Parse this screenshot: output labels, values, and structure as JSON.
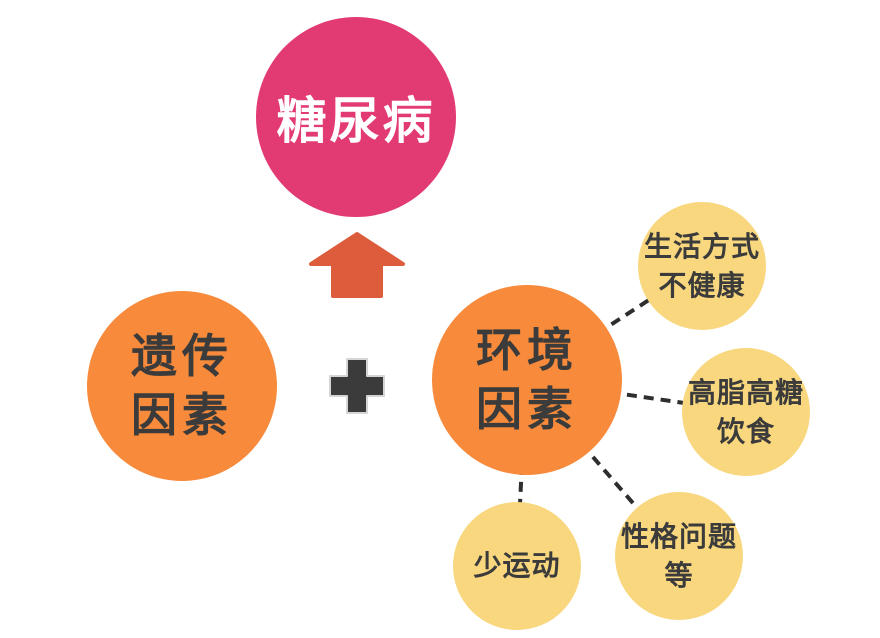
{
  "nodes": {
    "diabetes": {
      "label": "糖尿病"
    },
    "genetic": {
      "line1": "遗传",
      "line2": "因素"
    },
    "environment": {
      "line1": "环境",
      "line2": "因素"
    },
    "lifestyle": {
      "line1": "生活方式",
      "line2": "不健康"
    },
    "diet": {
      "line1": "高脂高糖",
      "line2": "饮食"
    },
    "personality": {
      "line1": "性格问题",
      "line2": "等"
    },
    "exercise": {
      "line1": "少运动"
    }
  },
  "relations": [
    {
      "from": "genetic + environment",
      "to": "diabetes",
      "connector": "up-arrow"
    },
    {
      "between": [
        "genetic",
        "environment"
      ],
      "connector": "plus-sign"
    },
    {
      "from": "environment",
      "to": "lifestyle",
      "connector": "dashed-line"
    },
    {
      "from": "environment",
      "to": "diet",
      "connector": "dashed-line"
    },
    {
      "from": "environment",
      "to": "personality",
      "connector": "dashed-line"
    },
    {
      "from": "environment",
      "to": "exercise",
      "connector": "dashed-line"
    }
  ],
  "icons": {
    "arrow_up": "arrow-up-icon",
    "plus": "plus-icon"
  },
  "colors": {
    "diabetes_circle": "#E23A72",
    "factor_circle": "#F78A3B",
    "sub_circle": "#F9D77E",
    "arrow": "#DC5C3B",
    "connector": "#2E2E2E",
    "text_dark": "#3B3B3B",
    "text_light": "#FFFFFF",
    "plus_outline": "#D5D5D5"
  }
}
